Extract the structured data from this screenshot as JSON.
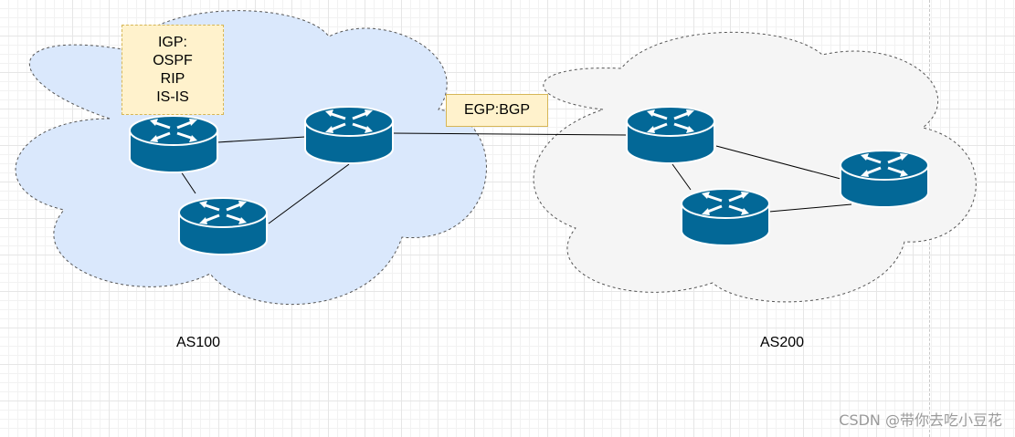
{
  "colors": {
    "as100_cloud_fill": "#dae8fc",
    "as200_cloud_fill": "#f5f5f5",
    "router_fill": "#036897",
    "note_fill": "#fff2cc",
    "note_border": "#d6b656"
  },
  "as100": {
    "label": "AS100"
  },
  "as200": {
    "label": "AS200"
  },
  "igp_note": {
    "lines": [
      "IGP:",
      "OSPF",
      "RIP",
      "IS-IS"
    ]
  },
  "egp_label": "EGP:BGP",
  "watermark": "CSDN @带你去吃小豆花",
  "icons": {
    "router": "router-icon",
    "cloud": "cloud-shape"
  }
}
